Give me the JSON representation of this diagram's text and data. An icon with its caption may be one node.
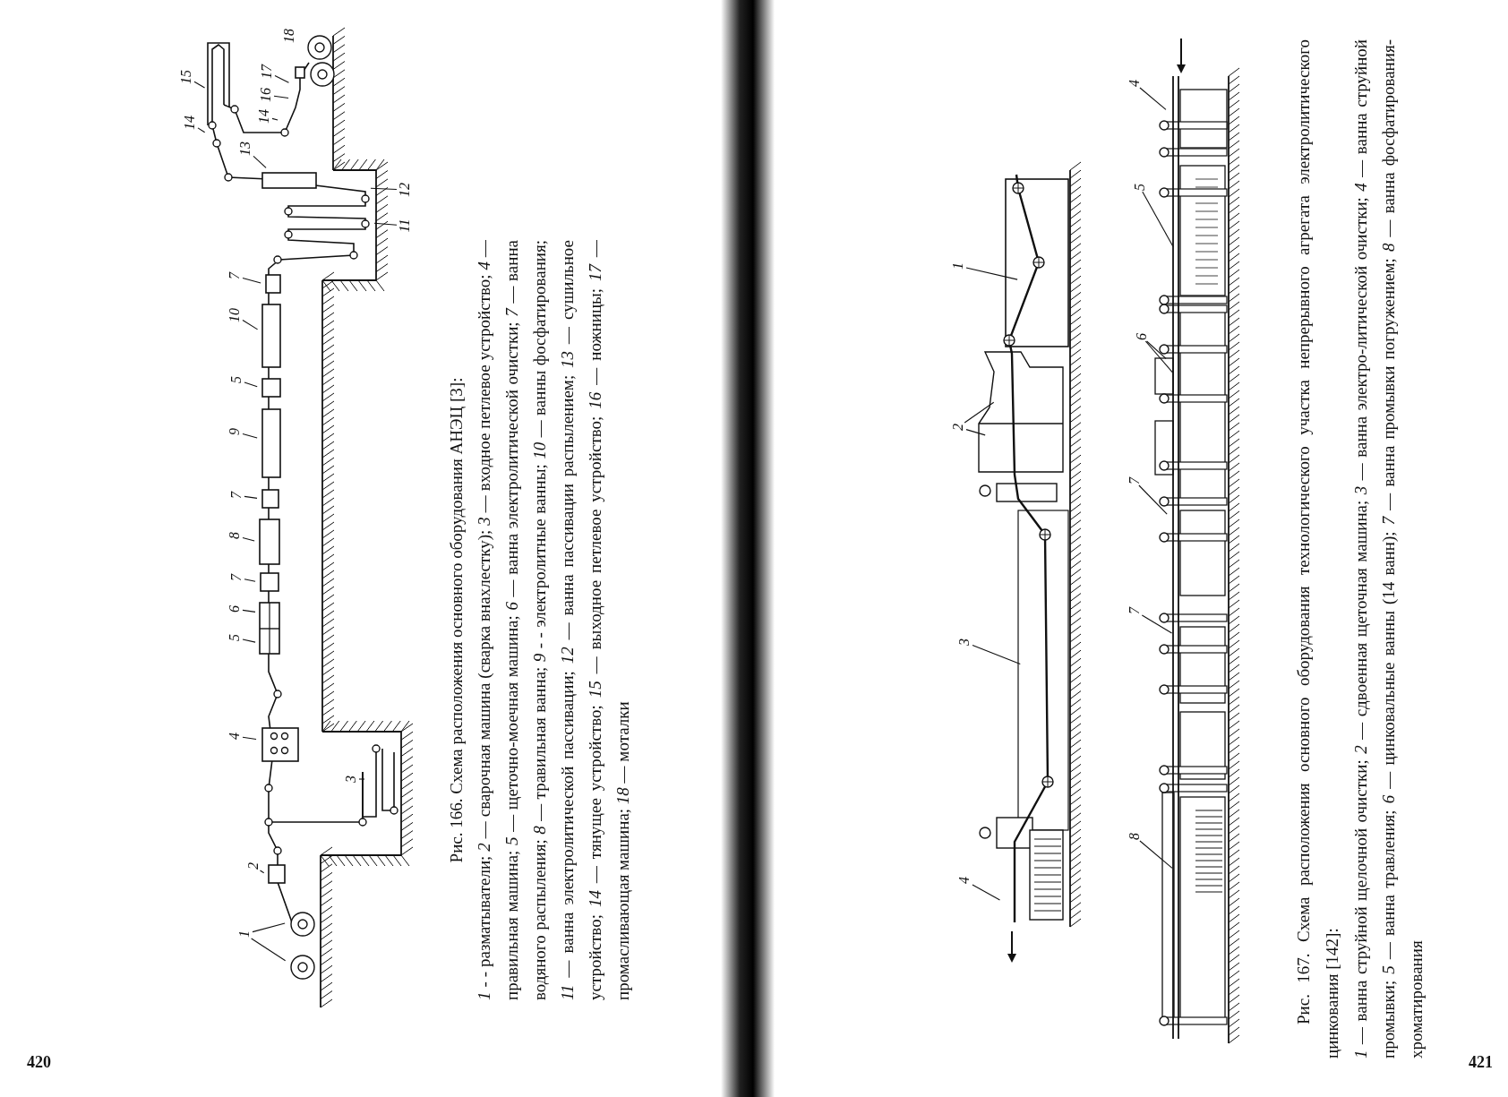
{
  "diagram": {
    "nodes": [
      {
        "text": [
          "1"
        ]
      },
      {
        "text": [
          "2"
        ]
      },
      {
        "text": [
          "3"
        ]
      },
      {
        "text": [
          "4"
        ]
      },
      {
        "text": [
          "5"
        ]
      },
      {
        "text": [
          "6"
        ]
      },
      {
        "text": [
          "7"
        ]
      },
      {
        "text": [
          "8"
        ]
      },
      {
        "text": [
          "7"
        ]
      },
      {
        "text": [
          "9"
        ]
      },
      {
        "text": [
          "5"
        ]
      },
      {
        "text": [
          "10"
        ]
      },
      {
        "text": [
          "7"
        ]
      },
      {
        "text": [
          "11"
        ]
      },
      {
        "text": [
          "12"
        ]
      },
      {
        "text": [
          "13"
        ]
      },
      {
        "text": [
          "14"
        ]
      },
      {
        "text": [
          "15"
        ]
      },
      {
        "text": [
          "14"
        ]
      },
      {
        "text": [
          "16"
        ]
      },
      {
        "text": [
          "17"
        ]
      },
      {
        "text": [
          "1"
        ]
      },
      {
        "text": [
          "2"
        ]
      },
      {
        "text": [
          "3"
        ]
      },
      {
        "text": [
          "4"
        ]
      },
      {
        "text": [
          "4"
        ]
      },
      {
        "text": [
          "5"
        ]
      },
      {
        "text": [
          "6"
        ]
      },
      {
        "text": [
          "7"
        ]
      },
      {
        "text": [
          "7"
        ]
      },
      {
        "text": [
          "8"
        ]
      }
    ],
    "edges": [
      {
        "from": 0,
        "to": null,
        "arrow": "none"
      },
      {
        "from": 0,
        "to": null,
        "arrow": "none"
      },
      {
        "from": 1,
        "to": null,
        "arrow": "none"
      },
      {
        "from": 2,
        "to": null,
        "arrow": "none"
      },
      {
        "from": 3,
        "to": null,
        "arrow": "none"
      },
      {
        "from": 4,
        "to": null,
        "arrow": "none"
      },
      {
        "from": 5,
        "to": null,
        "arrow": "none"
      },
      {
        "from": 6,
        "to": null,
        "arrow": "none"
      },
      {
        "from": 7,
        "to": null,
        "arrow": "none"
      },
      {
        "from": 8,
        "to": null,
        "arrow": "none"
      },
      {
        "from": 9,
        "to": null,
        "arrow": "none"
      },
      {
        "from": 10,
        "to": null,
        "arrow": "none"
      },
      {
        "from": 11,
        "to": null,
        "arrow": "none"
      },
      {
        "from": 12,
        "to": null,
        "arrow": "none"
      },
      {
        "from": 13,
        "to": null,
        "arrow": "none"
      },
      {
        "from": 14,
        "to": null,
        "arrow": "none"
      },
      {
        "from": 15,
        "to": null,
        "arrow": "none"
      },
      {
        "from": 16,
        "to": null,
        "arrow": "none"
      },
      {
        "from": 17,
        "to": null,
        "arrow": "none"
      },
      {
        "from": 18,
        "to": null,
        "arrow": "none"
      },
      {
        "from": 19,
        "to": null,
        "arrow": "none"
      },
      {
        "from": 20,
        "to": null,
        "arrow": "none"
      },
      {
        "from": 21,
        "to": null,
        "arrow": "none"
      },
      {
        "from": 22,
        "to": null,
        "arrow": "none"
      },
      {
        "from": 22,
        "to": null,
        "arrow": "none"
      },
      {
        "from": 23,
        "to": null,
        "arrow": "none"
      },
      {
        "from": 24,
        "to": null,
        "arrow": "none"
      },
      {
        "from": 25,
        "to": null,
        "arrow": "none"
      },
      {
        "from": 26,
        "to": null,
        "arrow": "none"
      },
      {
        "from": 27,
        "to": null,
        "arrow": "none"
      },
      {
        "from": 27,
        "to": null,
        "arrow": "none"
      },
      {
        "from": 28,
        "to": null,
        "arrow": "none"
      },
      {
        "from": 29,
        "to": null,
        "arrow": "none"
      },
      {
        "from": 30,
        "to": null,
        "arrow": "none"
      }
    ],
    "labels": [
      "18",
      "Рис. 166. Схема расположения основного оборудования АНЭЦ [3]:",
      "*1* - - разматыватели; *2* — сварочная машина (сварка внахлестку); *3* — входное петлевое устройство; *4* — правильная машина; *5* — щеточно-моечная машина; *6* — ванна электролитической очистки; *7* — ванна водяного распыления; *8* — травильная ванна; *9* - - электролитные ванны; *10* — ванны фосфатирования; *11* — ванна электролитической пассивации; *12* — ванна пассивации распылением; *13* — сушильное устройство; *14* — тянущее устройство; *15* — выходное петлевое устройство; *16* — ножницы; *17* — промасливающая машина; *18* — моталки",
      "420",
      "Рис. 167. Схема расположения основного оборудования технологического участка непрерывного агрегата электролитического цинкования [142]:",
      "*1* — ванна струйной щелочной очистки; *2* — сдвоенная щеточная машина; *3* — ванна электро-литической очистки; *4* — ванна струйной промывки; *5* — ванна травления; *6* — цинковальные ванны (14 ванн); *7* — ванна промывки погружением; *8* — ванна фосфатирования-хроматирования",
      "421"
    ]
  }
}
